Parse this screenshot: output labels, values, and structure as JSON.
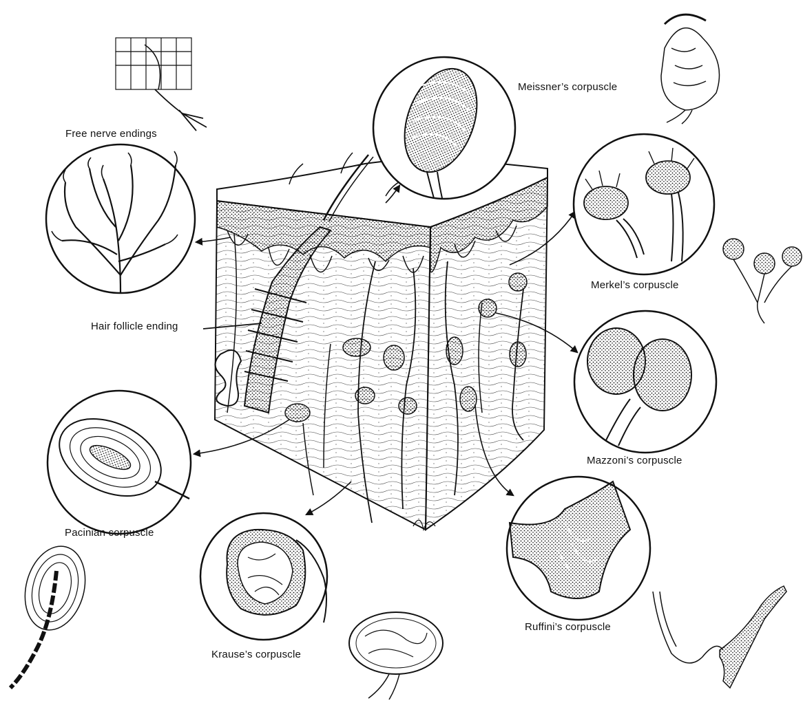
{
  "labels": {
    "free_nerve_endings": "Free nerve endings",
    "meissner": "Meissner’s corpuscle",
    "merkel": "Merkel’s corpuscle",
    "hair_follicle": "Hair follicle ending",
    "mazzoni": "Mazzoni’s corpuscle",
    "pacinian": "Pacinian corpuscle",
    "ruffini": "Ruffini’s corpuscle",
    "krause": "Krause’s corpuscle"
  },
  "colors": {
    "ink": "#111111",
    "paper": "#ffffff"
  }
}
